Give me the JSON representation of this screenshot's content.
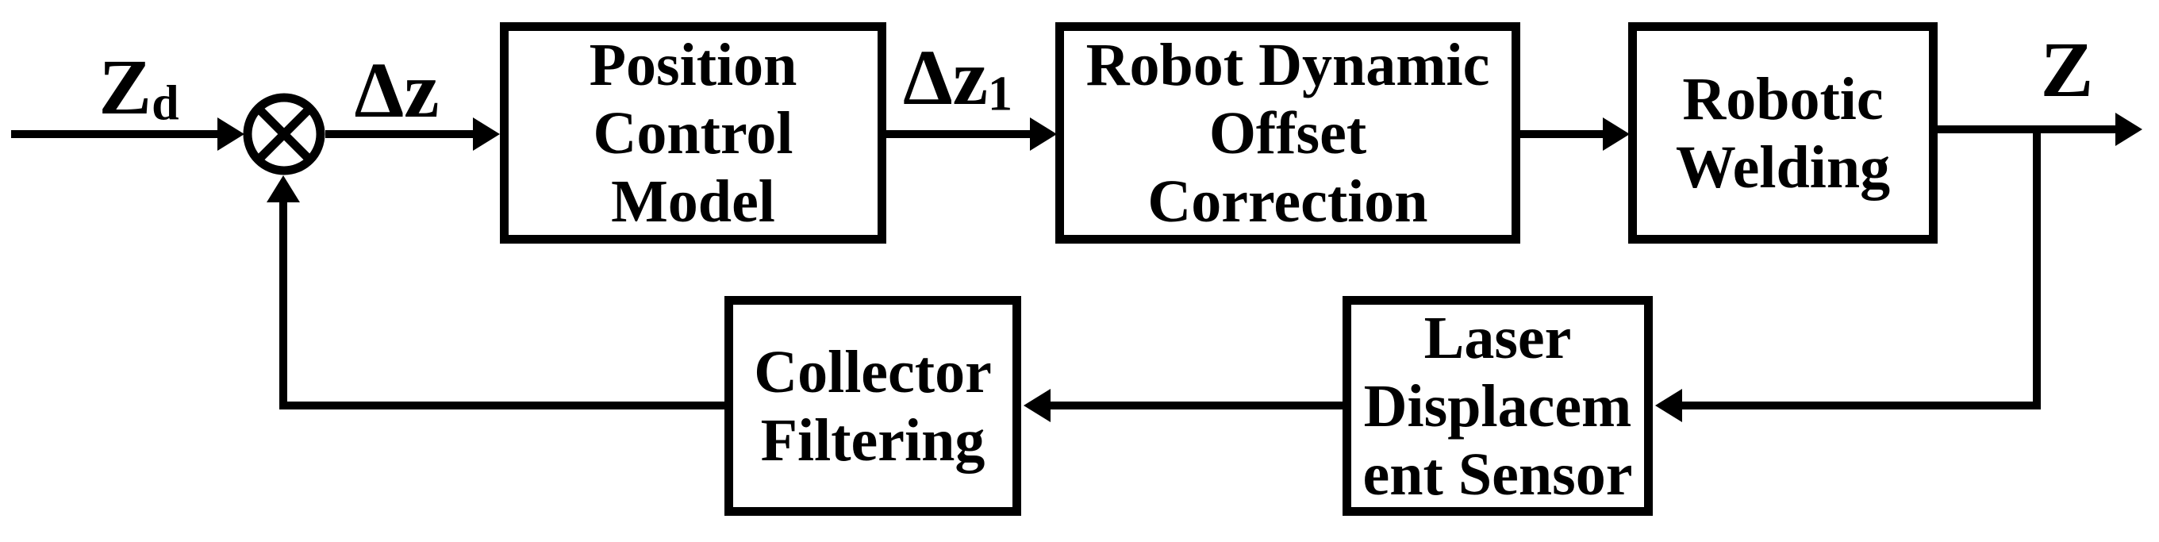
{
  "colors": {
    "ink": "#000000",
    "background": "#ffffff"
  },
  "signals": {
    "input": {
      "main": "Z",
      "sub": "d"
    },
    "error": {
      "main": "Δz",
      "sub": ""
    },
    "corrected": {
      "main": "Δz",
      "sub": "1"
    },
    "output": {
      "main": "Z",
      "sub": ""
    }
  },
  "blocks": [
    {
      "name": "position-control-model",
      "lines": [
        "Position",
        "Control",
        "Model"
      ]
    },
    {
      "name": "robot-dynamic-offset-correction",
      "lines": [
        "Robot Dynamic",
        "Offset",
        "Correction"
      ]
    },
    {
      "name": "robotic-welding",
      "lines": [
        "Robotic",
        "Welding"
      ]
    },
    {
      "name": "collector-filtering",
      "lines": [
        "Collector",
        "Filtering"
      ]
    },
    {
      "name": "laser-displacement-sensor",
      "lines": [
        "Laser",
        "Displacem",
        "ent Sensor"
      ]
    }
  ],
  "junction": {
    "type": "summing-junction",
    "symbol": "circled-cross"
  }
}
